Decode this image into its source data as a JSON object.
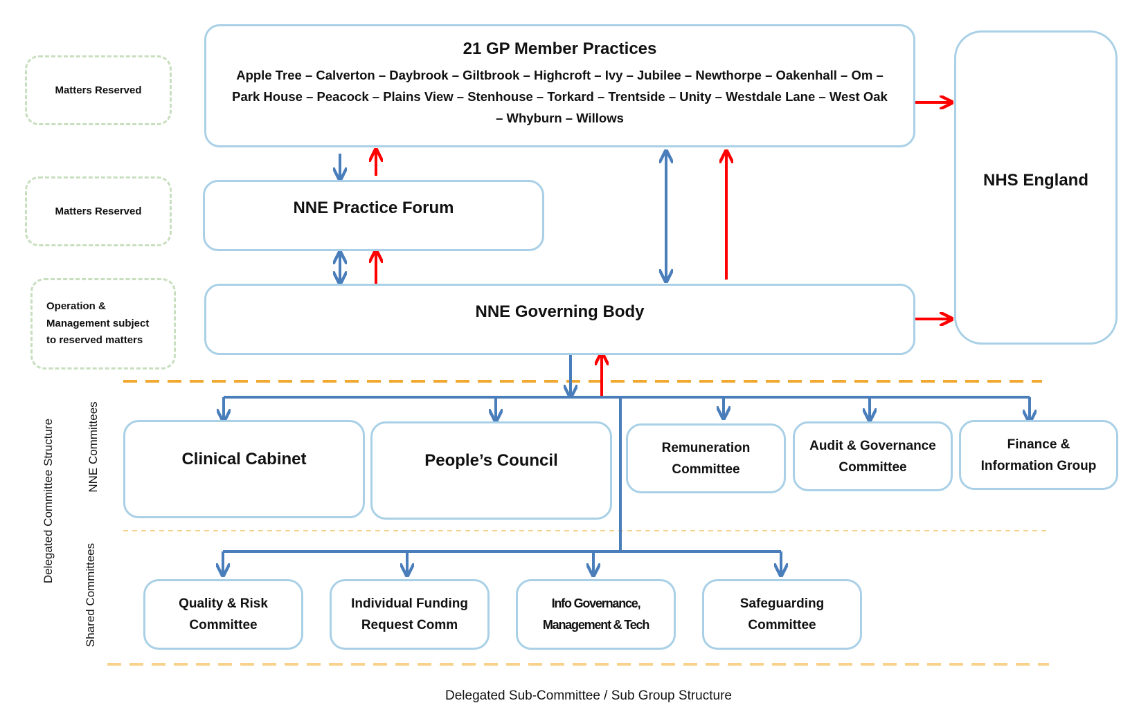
{
  "member_practices": {
    "title": "21 GP Member Practices",
    "line1": "Apple Tree – Calverton – Daybrook – Giltbrook – Highcroft – Ivy – Jubilee – Newthorpe – Oakenhall – Om –",
    "line2": "Park House – Peacock – Plains View – Stenhouse – Torkard – Trentside – Unity – Westdale Lane – West Oak",
    "line3": "– Whyburn – Willows"
  },
  "nhs_england": "NHS England",
  "practice_forum": "NNE Practice Forum",
  "governing_body": "NNE Governing Body",
  "side_notes": {
    "top": "Matters Reserved",
    "middle": "Matters Reserved",
    "bottom_line1": "Operation &",
    "bottom_line2": "Management subject",
    "bottom_line3": "to reserved matters"
  },
  "vertical_labels": {
    "delegated": "Delegated Committee Structure",
    "nne": "NNE Committees",
    "shared": "Shared Committees"
  },
  "nne_committees": {
    "clinical_cabinet": "Clinical Cabinet",
    "peoples_council": "People’s Council",
    "remuneration": [
      "Remuneration",
      "Committee"
    ],
    "audit": [
      "Audit & Governance",
      "Committee"
    ],
    "finance": [
      "Finance &",
      "Information Group"
    ]
  },
  "shared_committees": {
    "quality": [
      "Quality & Risk",
      "Committee"
    ],
    "funding": [
      "Individual Funding",
      "Request Comm"
    ],
    "info": [
      "Info Governance,",
      "Management & Tech"
    ],
    "safeguarding": [
      "Safeguarding",
      "Committee"
    ]
  },
  "footer": "Delegated Sub-Committee / Sub Group Structure",
  "colors": {
    "box_border": "#a9d0e6",
    "blue_arrow": "#4a7ebb",
    "red_arrow": "#ff0000",
    "divider": "#f0a830",
    "divider_light": "#f8d28a",
    "dashed_note": "#c8dfbf"
  }
}
